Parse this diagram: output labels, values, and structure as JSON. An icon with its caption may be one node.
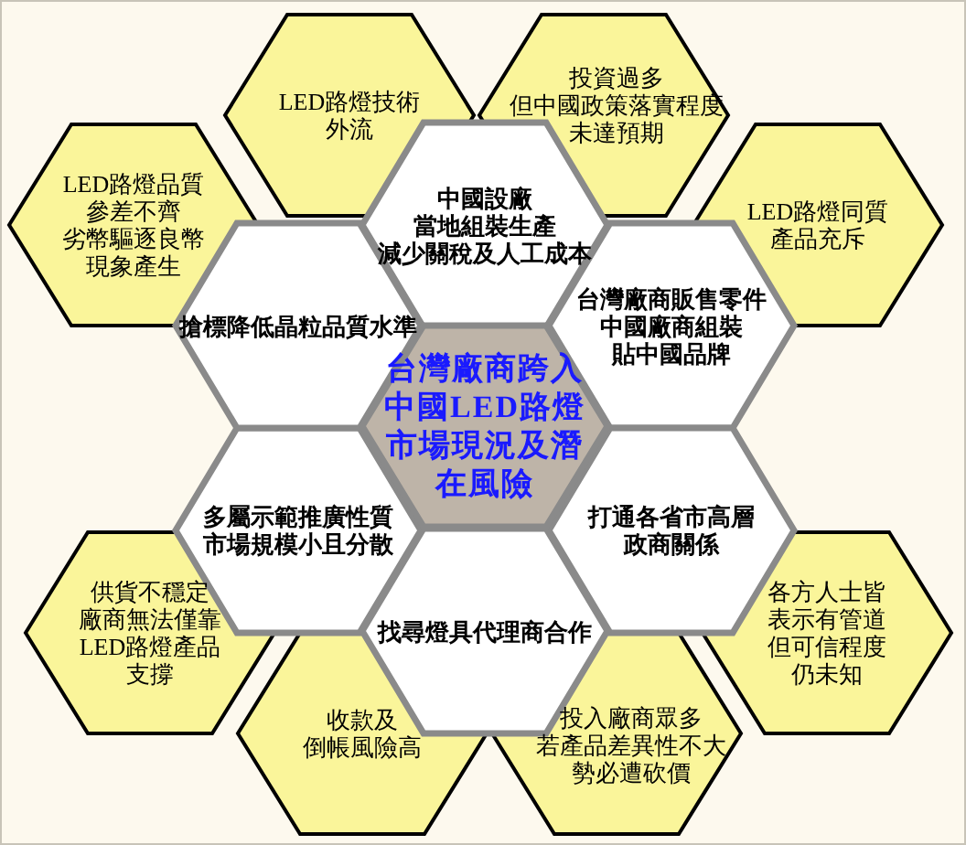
{
  "diagram": {
    "nodes": [
      {
        "text": [
          "台灣廠商跨入中國LED路燈市場現況及潛在風險"
        ]
      },
      {
        "text": [
          "中國設廠當地組裝生產減少關稅及人工成本"
        ]
      },
      {
        "text": [
          "台灣廠商販售零件中國廠商組裝貼中國品牌"
        ]
      },
      {
        "text": [
          "打通各省市高層政商關係"
        ]
      },
      {
        "text": [
          "找尋燈具代理商合作"
        ]
      },
      {
        "text": [
          "多屬示範推廣性質市場規模小且分散"
        ]
      },
      {
        "text": [
          "搶標降低晶粒品質水準"
        ]
      },
      {
        "text": [
          "LED路燈技術外流"
        ]
      },
      {
        "text": [
          "投資過多但中國政策落實程度未達預期"
        ]
      },
      {
        "text": [
          "LED路燈同質產品充斥"
        ]
      },
      {
        "text": [
          "各方人士皆表示有管道但可信程度仍未知"
        ]
      },
      {
        "text": [
          "投入廠商眾多若產品差異性不大勢必遭砍價"
        ]
      },
      {
        "text": [
          "收款及倒帳風險高"
        ]
      },
      {
        "text": [
          "供貨不穩定廠商無法僅靠LED路燈產品支撐"
        ]
      },
      {
        "text": [
          "LED路燈品質參差不齊劣幣驅逐良幣現象產生"
        ]
      }
    ]
  }
}
